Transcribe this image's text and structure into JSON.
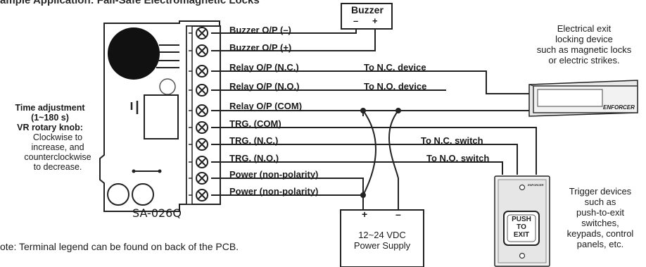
{
  "title": "ample Application: Fail-Safe Electromagnetic Locks",
  "module": {
    "model": "SA-026Q",
    "terminals": [
      "Buzzer O/P (–)",
      "Buzzer O/P (+)",
      "Relay O/P (N.C.)",
      "Relay O/P (N.O.)",
      "Relay O/P (COM)",
      "TRG. (COM)",
      "TRG. (N.C.)",
      "TRG. (N.O.)",
      "Power (non-polarity)",
      "Power (non-polarity)"
    ]
  },
  "time_adjustment": {
    "title_line1": "Time adjustment",
    "title_line2": "(1~180 s)",
    "title_line3": "VR rotary knob:",
    "desc_line1": "Clockwise to",
    "desc_line2": "increase, and",
    "desc_line3": "counterclockwise",
    "desc_line4": "to decrease."
  },
  "buzzer": {
    "title": "Buzzer",
    "minus": "–",
    "plus": "+"
  },
  "wire_labels": {
    "to_nc_device": "To N.C. device",
    "to_no_device": "To N.O. device",
    "to_nc_switch": "To N.C. switch",
    "to_no_switch": "To N.O. switch"
  },
  "locking_device": {
    "line1": "Electrical exit",
    "line2": "locking device",
    "line3": "such as magnetic locks",
    "line4": "or electric strikes.",
    "brand": "ENFORCER"
  },
  "power_supply": {
    "plus": "+",
    "minus": "–",
    "line1": "12~24 VDC",
    "line2": "Power Supply"
  },
  "exit_button": {
    "line1": "PUSH",
    "line2": "TO",
    "line3": "EXIT",
    "brand": "ENFORCER"
  },
  "trigger_devices": {
    "line1": "Trigger devices",
    "line2": "such as",
    "line3": "push-to-exit",
    "line4": "switches,",
    "line5": "keypads, control",
    "line6": "panels, etc."
  },
  "note": "ote: Terminal legend can be found on back of the PCB."
}
